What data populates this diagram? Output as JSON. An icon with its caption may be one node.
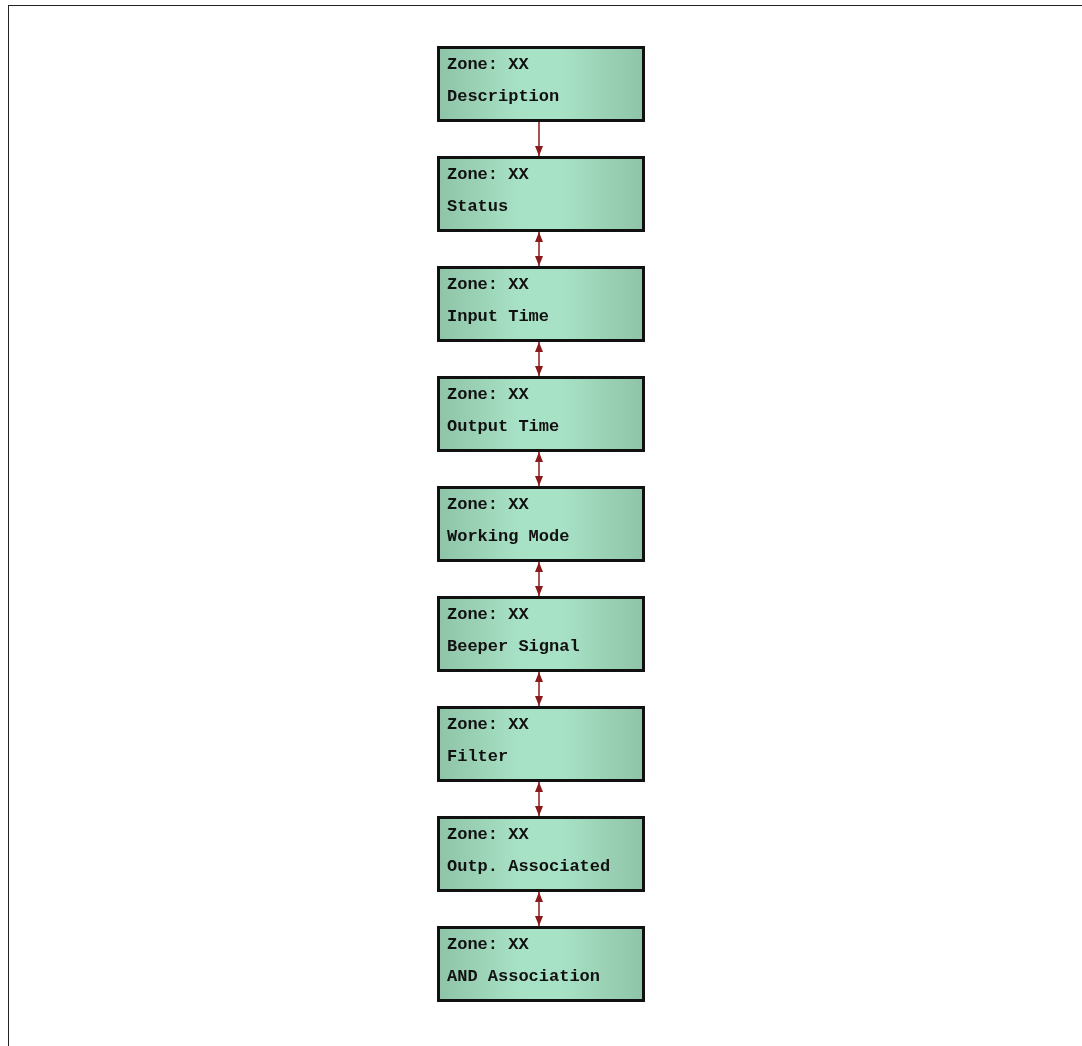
{
  "diagram": {
    "nodes": [
      {
        "text": [
          "Zone: XX",
          "Description"
        ]
      },
      {
        "text": [
          "Zone: XX",
          "Status"
        ]
      },
      {
        "text": [
          "Zone: XX",
          "Input Time"
        ]
      },
      {
        "text": [
          "Zone: XX",
          "Output Time"
        ]
      },
      {
        "text": [
          "Zone: XX",
          "Working Mode"
        ]
      },
      {
        "text": [
          "Zone: XX",
          "Beeper Signal"
        ]
      },
      {
        "text": [
          "Zone: XX",
          "Filter"
        ]
      },
      {
        "text": [
          "Zone: XX",
          "Outp. Associated"
        ]
      },
      {
        "text": [
          "Zone: XX",
          "AND Association"
        ]
      }
    ],
    "edges": [
      {
        "from": 0,
        "to": 1,
        "arrow": "to"
      },
      {
        "from": 1,
        "to": 2,
        "arrow": "both"
      },
      {
        "from": 2,
        "to": 3,
        "arrow": "both"
      },
      {
        "from": 3,
        "to": 4,
        "arrow": "both"
      },
      {
        "from": 4,
        "to": 5,
        "arrow": "both"
      },
      {
        "from": 5,
        "to": 6,
        "arrow": "both"
      },
      {
        "from": 6,
        "to": 7,
        "arrow": "both"
      },
      {
        "from": 7,
        "to": 8,
        "arrow": "both"
      }
    ]
  }
}
